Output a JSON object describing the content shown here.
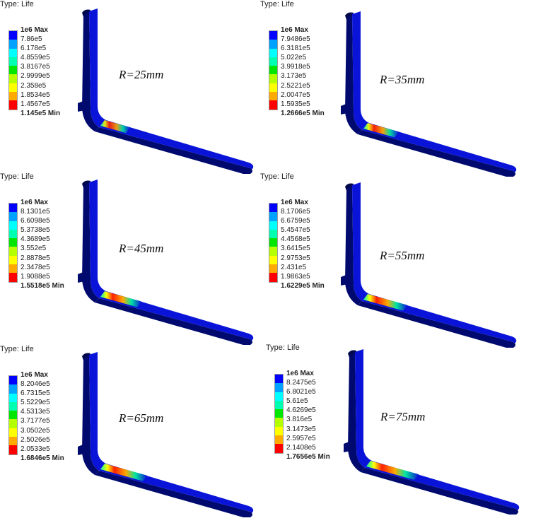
{
  "panels": [
    {
      "type_label": "Type: Life",
      "radius_label": "R=25mm",
      "legend": [
        "1e6 Max",
        "7.86e5",
        "6.178e5",
        "4.8559e5",
        "3.8167e5",
        "2.9999e5",
        "2.358e5",
        "1.8534e5",
        "1.4567e5",
        "1.145e5 Min"
      ]
    },
    {
      "type_label": "Type: Life",
      "radius_label": "R=35mm",
      "legend": [
        "1e6 Max",
        "7.9486e5",
        "6.3181e5",
        "5.022e5",
        "3.9918e5",
        "3.173e5",
        "2.5221e5",
        "2.0047e5",
        "1.5935e5",
        "1.2666e5 Min"
      ]
    },
    {
      "type_label": "Type: Life",
      "radius_label": "R=45mm",
      "legend": [
        "1e6 Max",
        "8.1301e5",
        "6.6098e5",
        "5.3738e5",
        "4.3689e5",
        "3.552e5",
        "2.8878e5",
        "2.3478e5",
        "1.9088e5",
        "1.5518e5 Min"
      ]
    },
    {
      "type_label": "Type: Life",
      "radius_label": "R=55mm",
      "legend": [
        "1e6 Max",
        "8.1706e5",
        "6.6759e5",
        "5.4547e5",
        "4.4568e5",
        "3.6415e5",
        "2.9753e5",
        "2.431e5",
        "1.9863e5",
        "1.6229e5 Min"
      ]
    },
    {
      "type_label": "Type: Life",
      "radius_label": "R=65mm",
      "legend": [
        "1e6 Max",
        "8.2046e5",
        "6.7315e5",
        "5.5229e5",
        "4.5313e5",
        "3.7177e5",
        "3.0502e5",
        "2.5026e5",
        "2.0533e5",
        "1.6846e5 Min"
      ]
    },
    {
      "type_label": "Type: Life",
      "radius_label": "R=75mm",
      "legend": [
        "1e6 Max",
        "8.2475e5",
        "6.8021e5",
        "5.61e5",
        "4.6269e5",
        "3.816e5",
        "3.1473e5",
        "2.5957e5",
        "2.1408e5",
        "1.7656e5 Min"
      ]
    }
  ],
  "legend_colors": [
    "#0000ff",
    "#00a2ff",
    "#00ffff",
    "#00ffb0",
    "#00e600",
    "#b4ff00",
    "#ffff00",
    "#ffaa00",
    "#ff0000"
  ],
  "colors": {
    "fork_face": "#0a14d8",
    "fork_shadow": "#000a6e",
    "fork_dark": "#00084a"
  }
}
